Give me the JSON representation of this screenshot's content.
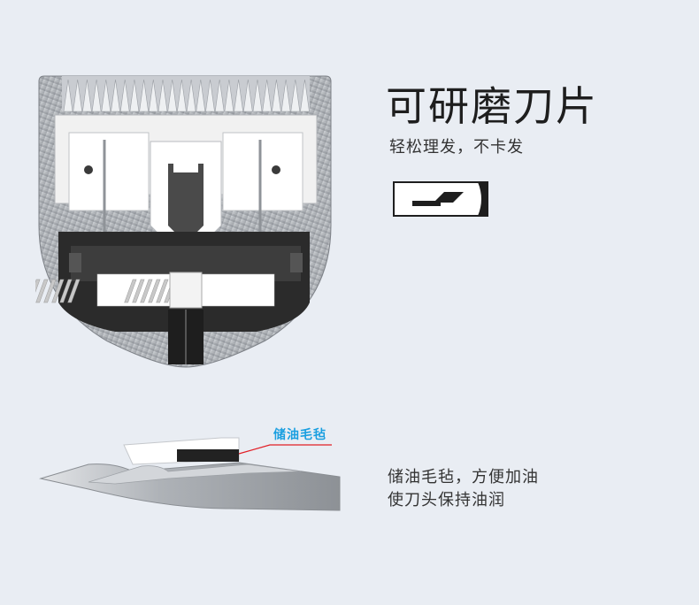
{
  "feature_top": {
    "title": "可研磨刀片",
    "subtitle": "轻松理发，不卡发"
  },
  "feature_bottom": {
    "callout_label": "储油毛毡",
    "callout_color": "#1a9fe0",
    "lines": [
      "储油毛毡，方便加油",
      "使刀头保持油润"
    ]
  },
  "colors": {
    "background": "#e9edf3",
    "text": "#1e1e1e",
    "metal": "#9ea2a7",
    "felt": "#222222",
    "callout_line": "#e21f26"
  }
}
